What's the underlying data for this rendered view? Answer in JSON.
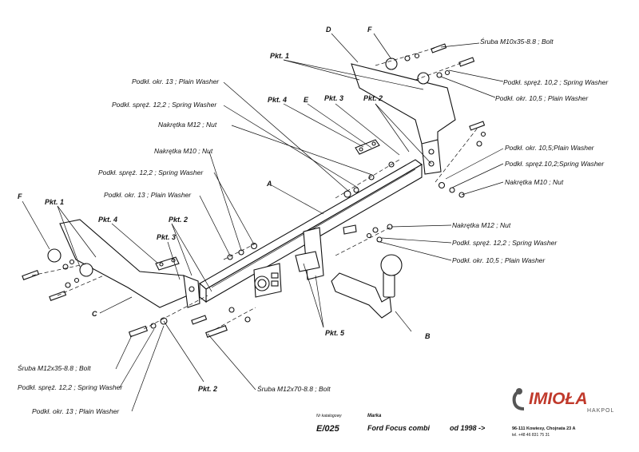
{
  "labels": {
    "bolt_m10": "Śruba M10x35-8.8  ;  Bolt",
    "spring_10_top": "Podkł. spręż. 10,2 ; Spring Washer",
    "plain_105_top": "Podkł. okr. 10,5 ; Plain Washer",
    "plain_13_top": "Podkł. okr. 13 ; Plain Washer",
    "spring_12_top": "Podkł. spręż. 12,2 ; Spring Washer",
    "nut_m12_top": "Nakrętka  M12 ; Nut",
    "nut_m10_left": "Nakrętka  M10 ; Nut",
    "spring_12_mid": "Podkł. spręż. 12,2 ; Spring Washer",
    "plain_13_mid": "Podkł. okr. 13 ; Plain Washer",
    "plain_105_right": "Podkł. okr. 10,5;Plain Washer",
    "spring_10_right": "Podkł. spręż.10,2;Spring Washer",
    "nut_m10_right": "Nakrętka  M10 ; Nut",
    "nut_m12_right": "Nakrętka  M12 ; Nut",
    "spring_12_right": "Podkł. spręż. 12,2 ; Spring Washer",
    "plain_105_right2": "Podkł. okr. 10,5 ; Plain Washer",
    "bolt_m12x35": "Śruba M12x35-8.8  ;  Bolt",
    "spring_12_bottom": "Podkł. spręż. 12,2 ; Spring Washer",
    "plain_13_bottom": "Podkł. okr. 13 ; Plain Washer",
    "bolt_m12x70": "Śruba M12x70-8.8  ;  Bolt"
  },
  "callouts": {
    "D": "D",
    "F_top": "F",
    "pkt1_top": "Pkt. 1",
    "pkt4_top": "Pkt. 4",
    "E": "E",
    "pkt3_top": "Pkt. 3",
    "pkt2_top": "Pkt. 2",
    "A": "A",
    "F_left": "F",
    "pkt1_left": "Pkt. 1",
    "pkt4_left": "Pkt. 4",
    "pkt2_left": "Pkt. 2",
    "pkt3_left": "Pkt. 3",
    "C": "C",
    "pkt5": "Pkt. 5",
    "B": "B",
    "pkt2_bottom": "Pkt. 2"
  },
  "footer": {
    "catalog_label": "Nr katalogowy",
    "catalog_value": "E/025",
    "brand_label": "Marka",
    "brand_value": "Ford Focus combi",
    "year_value": "od 1998 ->",
    "logo_text": "IMIOŁA",
    "logo_sub": "HAKPOL",
    "address": "96-111 Kowiesy, Chojnata 23 A",
    "phone": "tel. +48 46 831 75 31"
  },
  "colors": {
    "ink": "#111111",
    "logo_red": "#c0392b",
    "logo_gray": "#555555"
  }
}
